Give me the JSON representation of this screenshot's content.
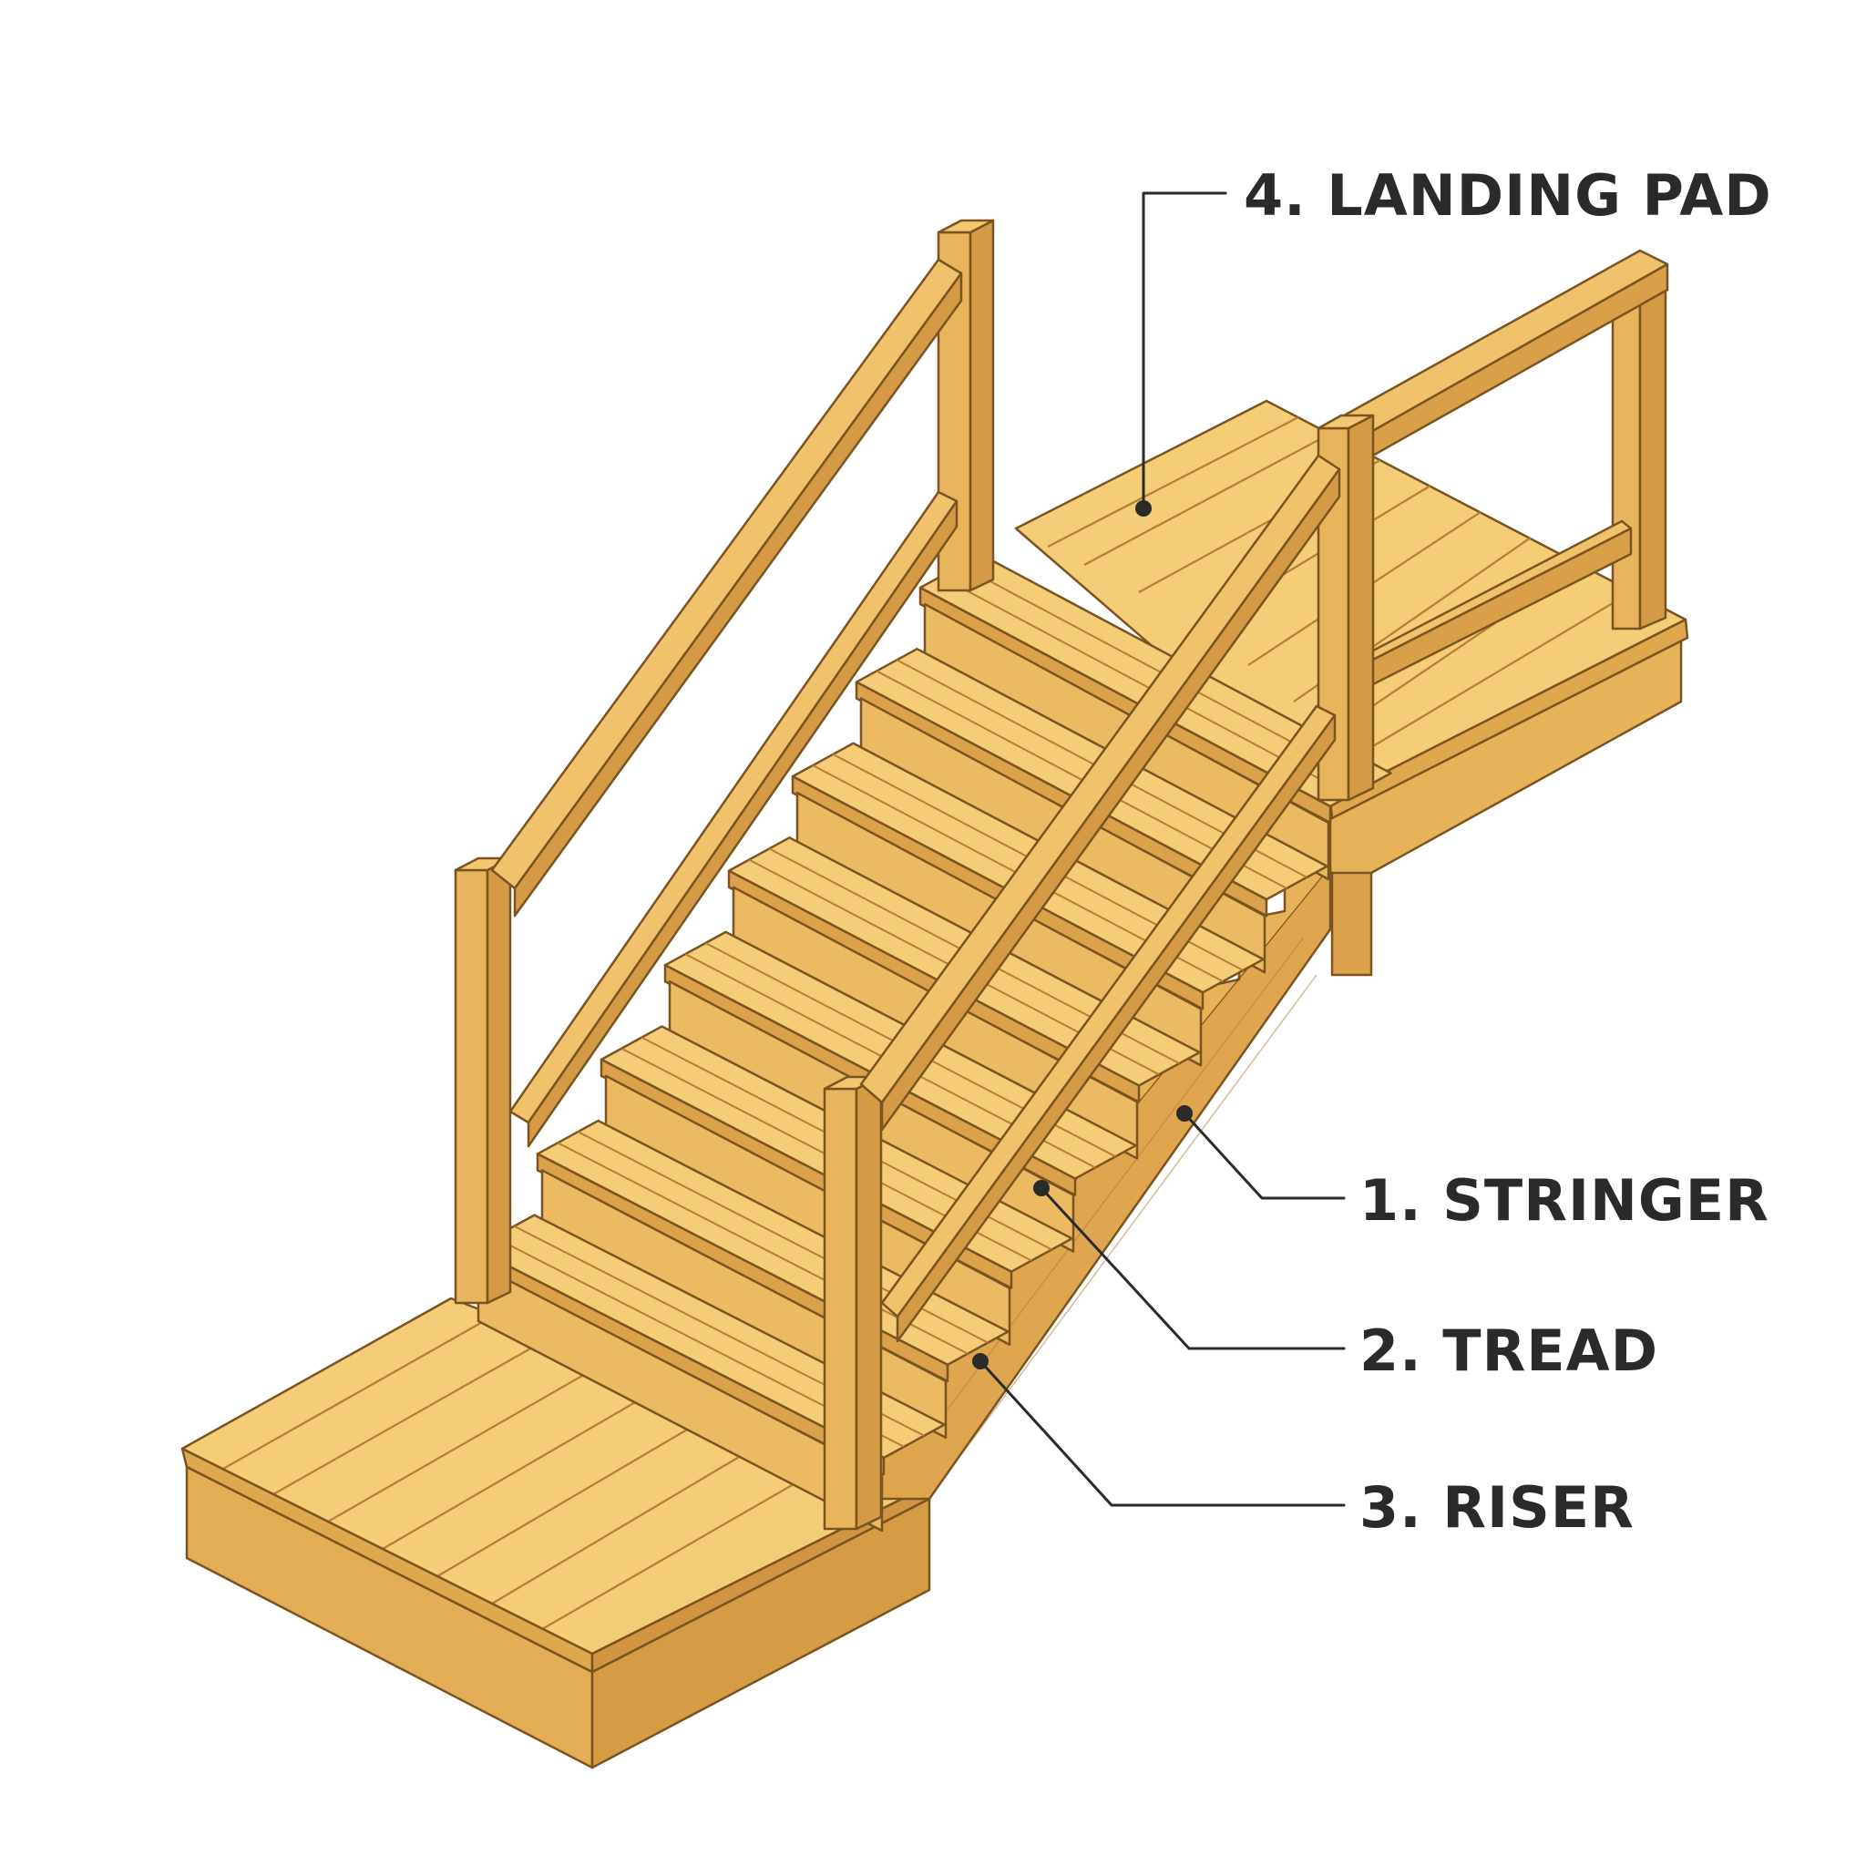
{
  "labels": [
    {
      "id": "stringer",
      "text": "1. STRINGER"
    },
    {
      "id": "tread",
      "text": "2. TREAD"
    },
    {
      "id": "riser",
      "text": "3. RISER"
    },
    {
      "id": "landing",
      "text": "4. LANDING PAD"
    }
  ],
  "colors": {
    "wood_top": "#f5cc78",
    "wood_face": "#ebba63",
    "wood_side": "#dca14b",
    "wood_dark": "#c98b36",
    "outline": "#7a5420",
    "leader": "#2a2a2a",
    "text": "#2a2a2a"
  }
}
